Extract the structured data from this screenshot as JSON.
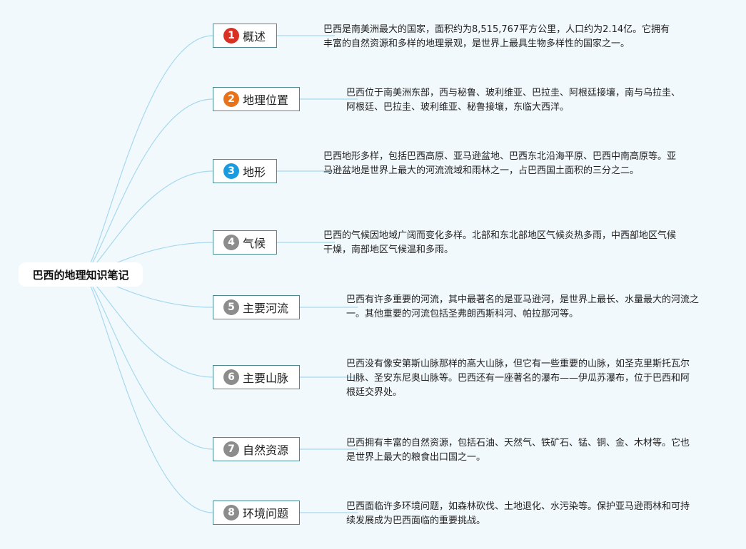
{
  "root": {
    "title": "巴西的地理知识笔记"
  },
  "topics": [
    {
      "number": "1",
      "label": "概述",
      "badge_color": "#d93025",
      "description": "巴西是南美洲最大的国家，面积约为8,515,767平方公里，人口约为2.14亿。它拥有丰富的自然资源和多样的地理景观，是世界上最具生物多样性的国家之一。"
    },
    {
      "number": "2",
      "label": "地理位置",
      "badge_color": "#e8711a",
      "description": "巴西位于南美洲东部，西与秘鲁、玻利维亚、巴拉圭、阿根廷接壤，南与乌拉圭、阿根廷、巴拉圭、玻利维亚、秘鲁接壤，东临大西洋。"
    },
    {
      "number": "3",
      "label": "地形",
      "badge_color": "#1a9be0",
      "description": "巴西地形多样，包括巴西高原、亚马逊盆地、巴西东北沿海平原、巴西中南高原等。亚马逊盆地是世界上最大的河流流域和雨林之一，占巴西国土面积的三分之二。"
    },
    {
      "number": "4",
      "label": "气候",
      "badge_color": "#8c8c8c",
      "description": "巴西的气候因地域广阔而变化多样。北部和东北部地区气候炎热多雨，中西部地区气候干燥，南部地区气候温和多雨。"
    },
    {
      "number": "5",
      "label": "主要河流",
      "badge_color": "#8c8c8c",
      "description": "巴西有许多重要的河流，其中最著名的是亚马逊河，是世界上最长、水量最大的河流之一。其他重要的河流包括圣弗朗西斯科河、帕拉那河等。"
    },
    {
      "number": "6",
      "label": "主要山脉",
      "badge_color": "#8c8c8c",
      "description": "巴西没有像安第斯山脉那样的高大山脉，但它有一些重要的山脉，如圣克里斯托瓦尔山脉、圣安东尼奥山脉等。巴西还有一座著名的瀑布——伊瓜苏瀑布，位于巴西和阿根廷交界处。"
    },
    {
      "number": "7",
      "label": "自然资源",
      "badge_color": "#8c8c8c",
      "description": "巴西拥有丰富的自然资源，包括石油、天然气、铁矿石、锰、铜、金、木材等。它也是世界上最大的粮食出口国之一。"
    },
    {
      "number": "8",
      "label": "环境问题",
      "badge_color": "#8c8c8c",
      "description": "巴西面临许多环境问题，如森林砍伐、土地退化、水污染等。保护亚马逊雨林和可持续发展成为巴西面临的重要挑战。"
    }
  ]
}
